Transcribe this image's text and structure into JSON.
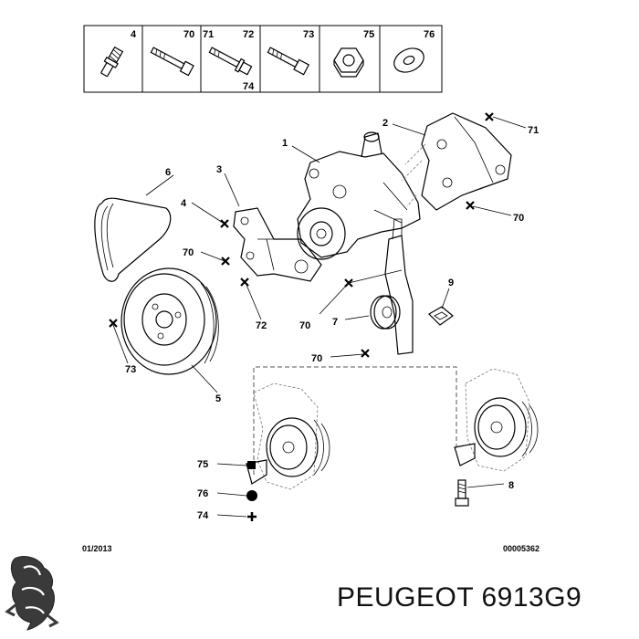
{
  "hardware_boxes": [
    {
      "labels": [
        "4"
      ]
    },
    {
      "labels": [
        "70"
      ]
    },
    {
      "labels": [
        "71",
        "72",
        "74"
      ]
    },
    {
      "labels": [
        "73"
      ]
    },
    {
      "labels": [
        "75"
      ]
    },
    {
      "labels": [
        "76"
      ]
    }
  ],
  "callouts": {
    "c1": "1",
    "c2": "2",
    "c3": "3",
    "c4": "4",
    "c5": "5",
    "c6": "6",
    "c7": "7",
    "c8": "8",
    "c9": "9",
    "c70a": "70",
    "c70b": "70",
    "c70c": "70",
    "c70d": "70",
    "c71": "71",
    "c72": "72",
    "c73": "73",
    "c74": "74",
    "c75": "75",
    "c76": "76"
  },
  "footer": {
    "date": "01/2013",
    "ref": "00005362"
  },
  "brand": {
    "caption": "PEUGEOT 6913G9",
    "logo": "peugeot-lion-logo"
  }
}
